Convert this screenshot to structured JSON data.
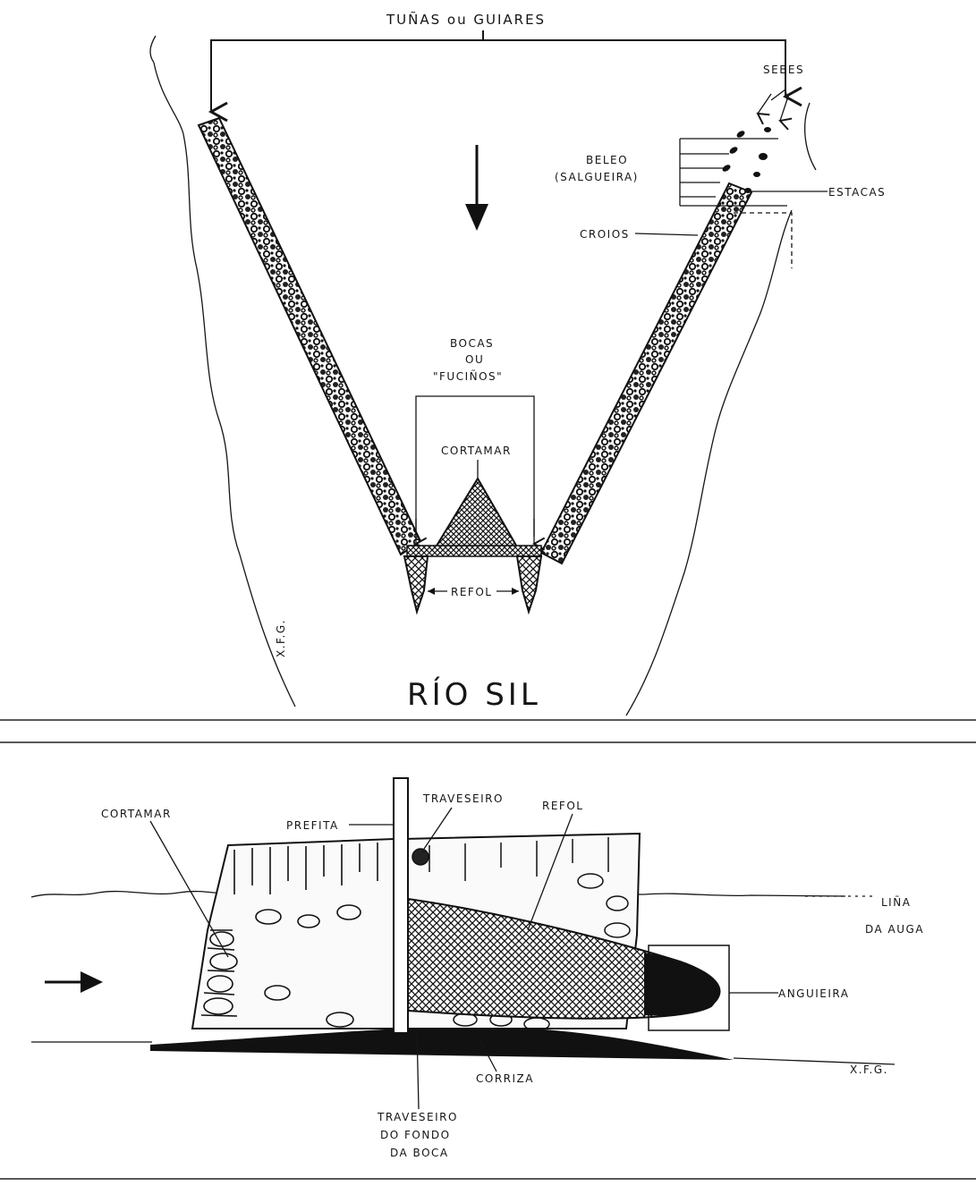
{
  "top_diagram": {
    "title_guides": "TUÑAS ou GUIARES",
    "sebes": "SEBES",
    "beleo_line1": "BELEO",
    "beleo_line2": "(SALGUEIRA)",
    "estacas": "ESTACAS",
    "croios": "CROIOS",
    "bocas_line1": "BOCAS",
    "bocas_line2": "OU",
    "bocas_line3": "\"FUCIÑOS\"",
    "cortamar": "CORTAMAR",
    "refol": "REFOL",
    "river_name": "RÍO SIL",
    "signature": "X.F.G."
  },
  "bottom_diagram": {
    "cortamar": "CORTAMAR",
    "prefita": "PREFITA",
    "traveseiro": "TRAVESEIRO",
    "refol": "REFOL",
    "water_line_1": "LIÑA",
    "water_line_2": "DA AUGA",
    "anguieira": "ANGUIEIRA",
    "corriza": "CORRIZA",
    "traveseiro_fondo_1": "TRAVESEIRO",
    "traveseiro_fondo_2": "DO FONDO",
    "traveseiro_fondo_3": "DA BOCA",
    "signature": "X.F.G."
  }
}
